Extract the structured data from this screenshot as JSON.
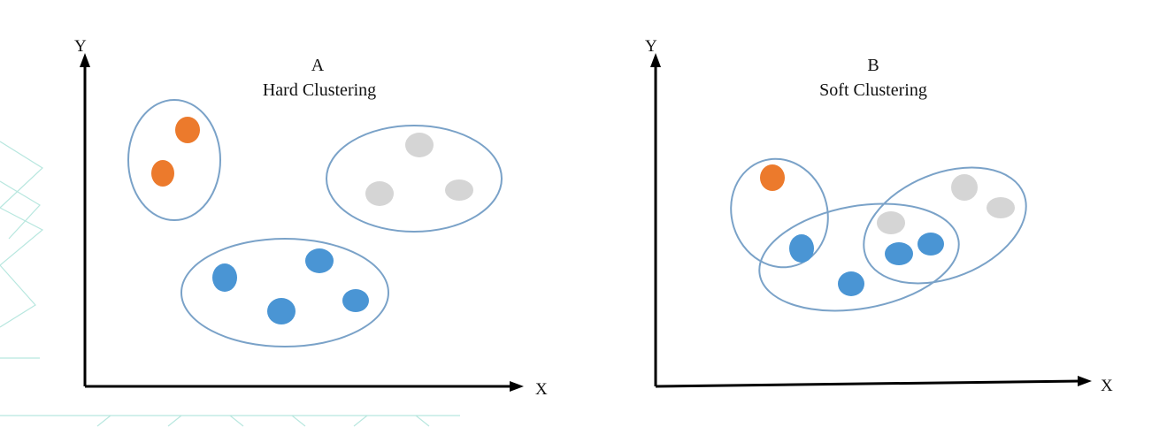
{
  "colors": {
    "orange": "#ec7a2c",
    "gray": "#d5d5d5",
    "blue": "#4a95d4",
    "outline": "#7aa2c8",
    "axis": "#000000",
    "decoration": "#b8e7df"
  },
  "panels": [
    {
      "id": "A",
      "letter": "A",
      "title": "Hard Clustering",
      "y_axis_label": "Y",
      "x_axis_label": "X"
    },
    {
      "id": "B",
      "letter": "B",
      "title": "Soft Clustering",
      "y_axis_label": "Y",
      "x_axis_label": "X"
    }
  ]
}
